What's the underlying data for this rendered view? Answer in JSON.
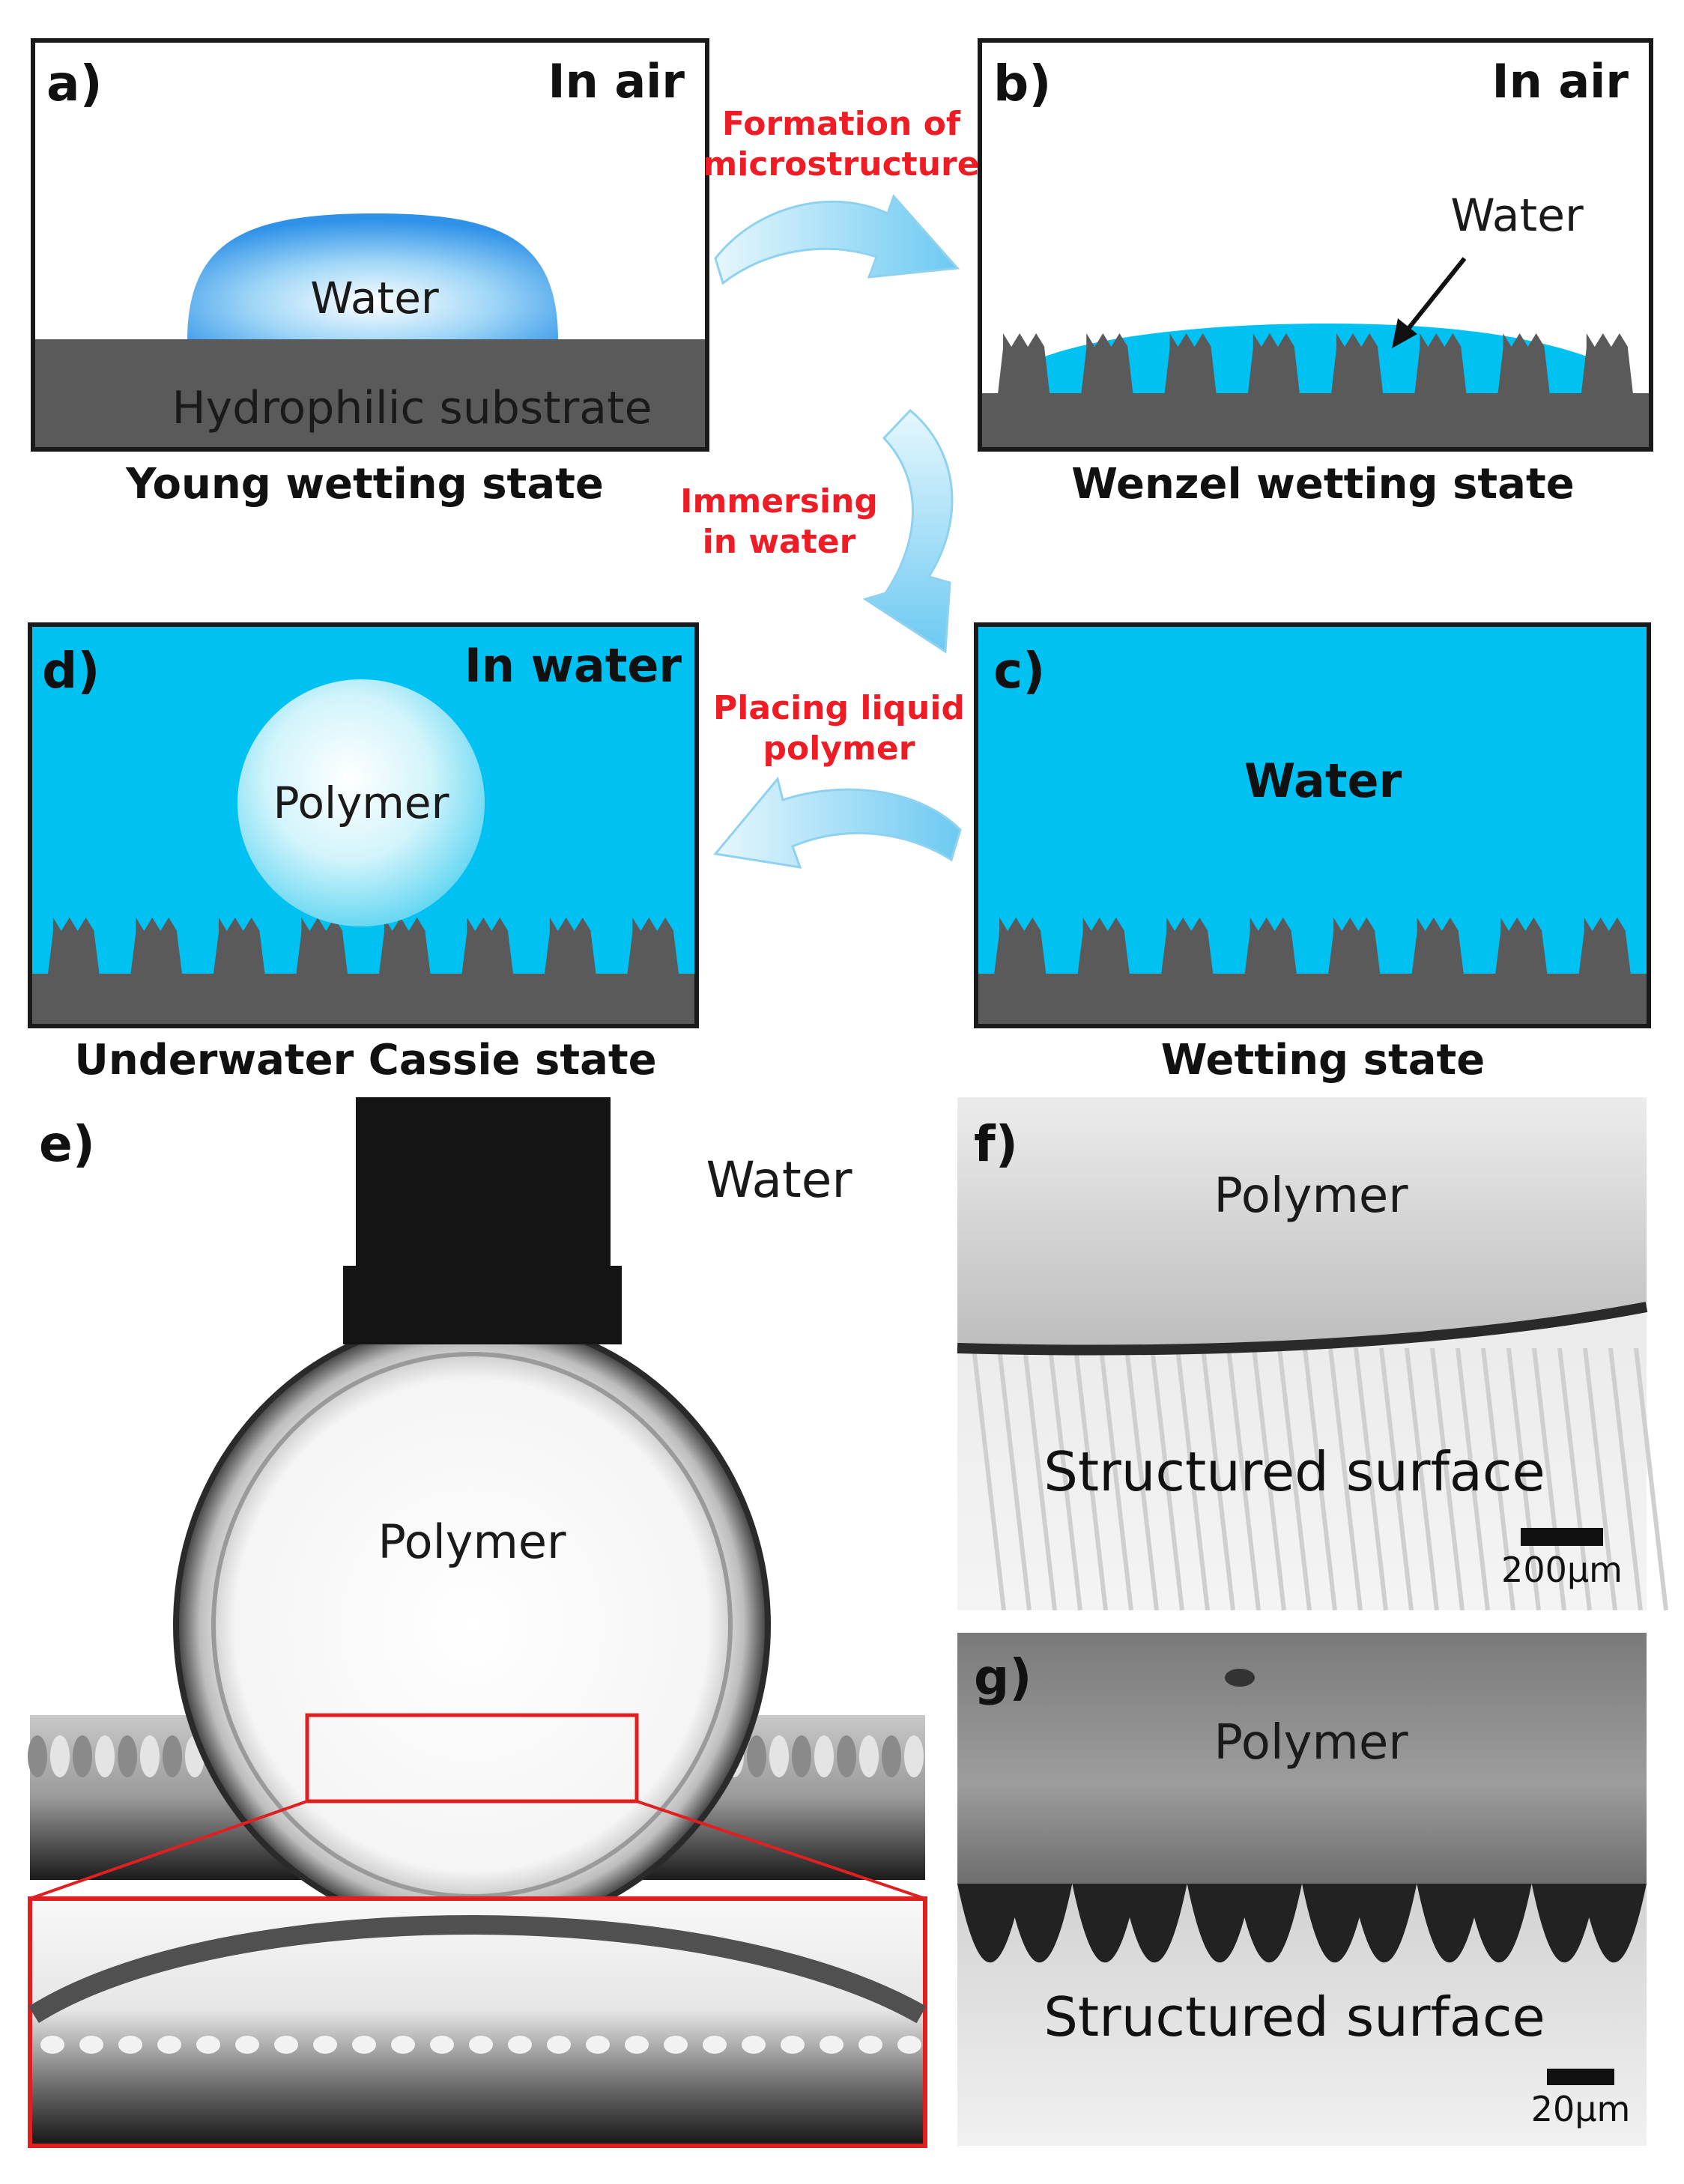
{
  "panel_a": {
    "letter": "a)",
    "environment": "In air",
    "drop_label": "Water",
    "substrate_label": "Hydrophilic substrate",
    "caption": "Young wetting state"
  },
  "panel_b": {
    "letter": "b)",
    "environment": "In air",
    "arrow_label": "Water",
    "caption": "Wenzel wetting state"
  },
  "panel_c": {
    "letter": "c)",
    "center_label": "Water",
    "caption": "Wetting state"
  },
  "panel_d": {
    "letter": "d)",
    "environment": "In water",
    "sphere_label": "Polymer",
    "caption": "Underwater Cassie state"
  },
  "transitions": {
    "a_to_b": {
      "line1": "Formation of",
      "line2": "microstructure"
    },
    "b_to_c": {
      "line1": "Immersing",
      "line2": "in water"
    },
    "c_to_d": {
      "line1": "Placing liquid",
      "line2": "polymer"
    }
  },
  "panel_e": {
    "letter": "e)",
    "medium_label": "Water",
    "drop_label": "Polymer"
  },
  "panel_f": {
    "letter": "f)",
    "top_label": "Polymer",
    "bottom_label": "Structured surface",
    "scale_label": "200μm"
  },
  "panel_g": {
    "letter": "g)",
    "top_label": "Polymer",
    "bottom_label": "Structured surface",
    "scale_label": "20μm"
  },
  "colors": {
    "water": "#00c2f2",
    "substrate": "#5a5a5a",
    "frame": "#1a1a1a",
    "transition_text": "#ee1c24",
    "zoom_box": "#e02020",
    "arrow_fill": "#8fd8f5"
  }
}
